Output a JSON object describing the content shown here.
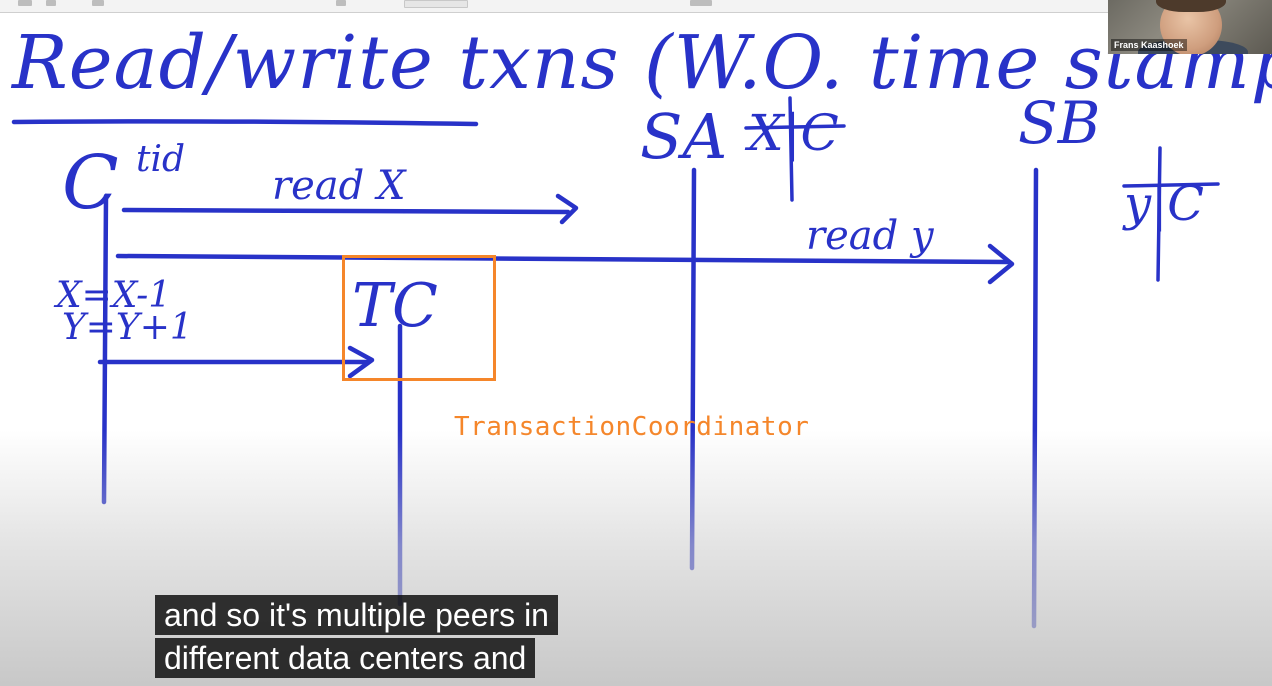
{
  "toolbar": {
    "buttons": [
      "toolbar-button",
      "toolbar-button",
      "toolbar-button",
      "toolbar-button",
      "toolbar-button",
      "toolbar-button"
    ]
  },
  "whiteboard": {
    "title": "Read/write txns (W.O. time stamps)",
    "client_label": "C",
    "tid_label": "tid",
    "read_x_label": "read X",
    "read_y_label": "read y",
    "server_a_label": "SA",
    "server_b_label": "SB",
    "server_a_table": "X|C",
    "server_b_table": "y|C",
    "tc_label": "TC",
    "x_update": "X=X-1",
    "y_update": "Y=Y+1",
    "ink_color": "#2832c8"
  },
  "annotation": {
    "text": "TransactionCoordinator",
    "color": "#f5862a"
  },
  "webcam": {
    "name": "Frans Kaashoek"
  },
  "captions": {
    "line1": "and so it's multiple peers in",
    "line2": "different data centers and"
  }
}
